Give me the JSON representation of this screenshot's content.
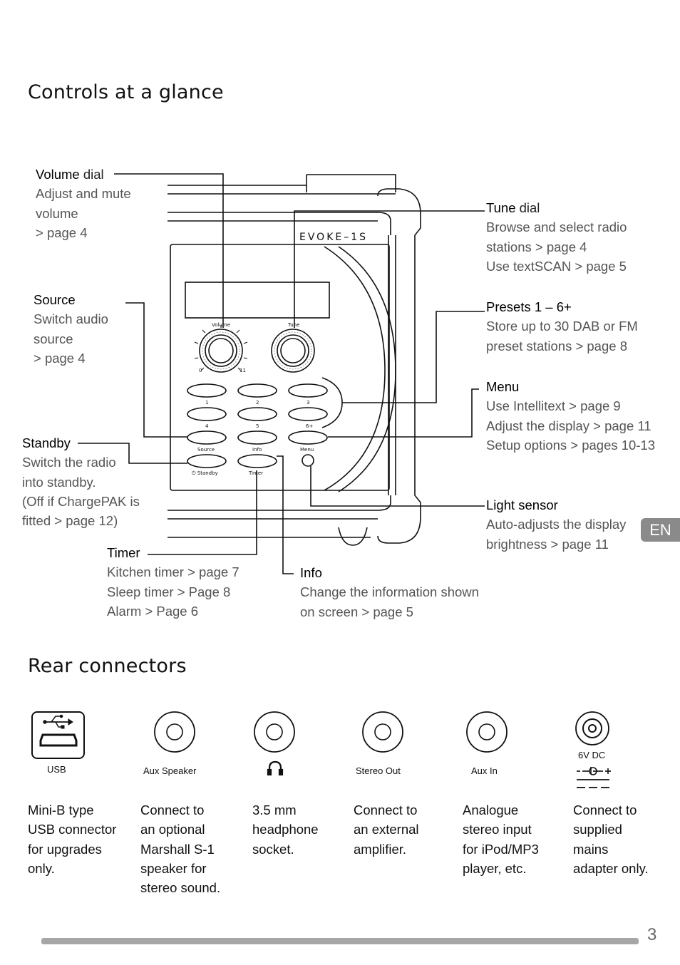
{
  "section_controls": {
    "title": "Controls at a glance"
  },
  "section_rear": {
    "title": "Rear connectors"
  },
  "radio": {
    "brand": "EVOKE–1S",
    "knob_labels": {
      "volume": "Volume",
      "tune": "Tune",
      "vol_min": "0",
      "vol_max": "11"
    },
    "button_labels": [
      "1",
      "2",
      "3",
      "4",
      "5",
      "6+",
      "Source",
      "Info",
      "Menu",
      "⏻ Standby",
      "Timer"
    ]
  },
  "callouts": {
    "volume": {
      "title": "Volume",
      "suffix": " dial",
      "lines": [
        "Adjust and mute",
        "volume",
        "> page 4"
      ]
    },
    "source": {
      "title": "Source",
      "lines": [
        "Switch audio",
        "source",
        "> page 4"
      ]
    },
    "standby": {
      "title": "Standby",
      "lines": [
        "Switch the radio",
        "into standby.",
        "(Off if ChargePAK is",
        "fitted > page 12)"
      ]
    },
    "timer": {
      "title": "Timer",
      "lines": [
        "Kitchen timer > page 7",
        "Sleep timer > Page 8",
        "Alarm > Page 6"
      ]
    },
    "info": {
      "title": "Info",
      "lines": [
        "Change the information shown",
        "on screen > page 5"
      ]
    },
    "tune": {
      "title": "Tune",
      "suffix": " dial",
      "lines": [
        "Browse and select radio",
        "stations > page 4",
        "Use textSCAN > page 5"
      ]
    },
    "presets": {
      "title": "Presets 1 – 6+",
      "lines": [
        "Store up to 30 DAB or FM",
        "preset stations > page 8"
      ]
    },
    "menu": {
      "title": "Menu",
      "lines": [
        "Use Intellitext > page 9",
        "Adjust the display > page 11",
        "Setup options > pages 10-13"
      ]
    },
    "light": {
      "title": "Light sensor",
      "lines": [
        "Auto-adjusts the display",
        "brightness > page 11"
      ]
    }
  },
  "language_tab": "EN",
  "connectors": [
    {
      "label": "USB",
      "icon": "usb-icon",
      "desc": [
        "Mini-B type",
        "USB connector",
        "for upgrades",
        "only."
      ]
    },
    {
      "label": "Aux Speaker",
      "icon": "socket-icon",
      "desc": [
        "Connect to",
        "an optional",
        "Marshall S-1",
        "speaker for",
        "stereo sound."
      ]
    },
    {
      "label": "",
      "icon": "headphone-icon",
      "desc": [
        "3.5 mm",
        "headphone",
        "socket."
      ]
    },
    {
      "label": "Stereo Out",
      "icon": "socket-icon",
      "desc": [
        "Connect to",
        "an external",
        "amplifier."
      ]
    },
    {
      "label": "Aux In",
      "icon": "socket-icon",
      "desc": [
        "Analogue",
        "stereo input",
        "for iPod/MP3",
        "player, etc."
      ]
    },
    {
      "label": "6V DC",
      "icon": "dc-power-icon",
      "desc": [
        "Connect to",
        "supplied",
        "mains",
        "adapter only."
      ]
    }
  ],
  "page_number": "3"
}
